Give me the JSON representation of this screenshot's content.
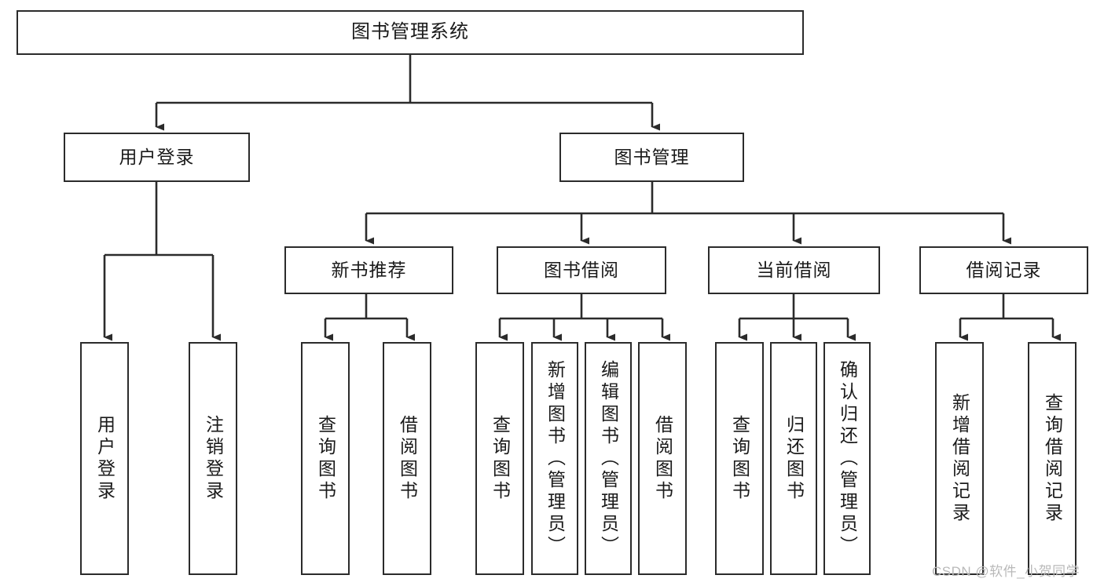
{
  "diagram": {
    "type": "tree-hierarchy-chart",
    "title": "图书管理系统",
    "orientation": "top-down",
    "colors": {
      "box_border": "#2b2b2b",
      "box_fill": "#ffffff",
      "connector": "#2b2b2b",
      "text": "#1a1a1a",
      "watermark": "#b9b9b9",
      "background": "#ffffff"
    },
    "levels": {
      "level0": [
        "图书管理系统"
      ],
      "level1": [
        "用户登录",
        "图书管理"
      ],
      "level2": [
        "新书推荐",
        "图书借阅",
        "当前借阅",
        "借阅记录"
      ],
      "level3": [
        "用户登录",
        "注销登录",
        "查询图书",
        "借阅图书",
        "查询图书",
        "新增图书（管理员）",
        "编辑图书（管理员）",
        "借阅图书",
        "查询图书",
        "归还图书",
        "确认归还（管理员）",
        "新增借阅记录",
        "查询借阅记录"
      ]
    },
    "nodes": {
      "root": {
        "label": "图书管理系统"
      },
      "user_login": {
        "label": "用户登录"
      },
      "book_manage": {
        "label": "图书管理"
      },
      "new_book_rec": {
        "label": "新书推荐"
      },
      "book_borrow": {
        "label": "图书借阅"
      },
      "current_borrow": {
        "label": "当前借阅"
      },
      "borrow_record": {
        "label": "借阅记录"
      },
      "leaf_user_login": {
        "label": "用户登录"
      },
      "leaf_logout": {
        "label": "注销登录"
      },
      "leaf_query_book_1": {
        "label": "查询图书"
      },
      "leaf_borrow_book_1": {
        "label": "借阅图书"
      },
      "leaf_query_book_2": {
        "label": "查询图书"
      },
      "leaf_add_book": {
        "label": "新增图书（管理员）"
      },
      "leaf_edit_book": {
        "label": "编辑图书（管理员）"
      },
      "leaf_borrow_book_2": {
        "label": "借阅图书"
      },
      "leaf_query_book_3": {
        "label": "查询图书"
      },
      "leaf_return_book": {
        "label": "归还图书"
      },
      "leaf_confirm_return": {
        "label": "确认归还（管理员）"
      },
      "leaf_add_record": {
        "label": "新增借阅记录"
      },
      "leaf_query_record": {
        "label": "查询借阅记录"
      }
    },
    "edges": [
      {
        "from": "root",
        "to": "user_login"
      },
      {
        "from": "root",
        "to": "book_manage"
      },
      {
        "from": "user_login",
        "to": "leaf_user_login"
      },
      {
        "from": "user_login",
        "to": "leaf_logout"
      },
      {
        "from": "book_manage",
        "to": "new_book_rec"
      },
      {
        "from": "book_manage",
        "to": "book_borrow"
      },
      {
        "from": "book_manage",
        "to": "current_borrow"
      },
      {
        "from": "book_manage",
        "to": "borrow_record"
      },
      {
        "from": "new_book_rec",
        "to": "leaf_query_book_1"
      },
      {
        "from": "new_book_rec",
        "to": "leaf_borrow_book_1"
      },
      {
        "from": "book_borrow",
        "to": "leaf_query_book_2"
      },
      {
        "from": "book_borrow",
        "to": "leaf_add_book"
      },
      {
        "from": "book_borrow",
        "to": "leaf_edit_book"
      },
      {
        "from": "book_borrow",
        "to": "leaf_borrow_book_2"
      },
      {
        "from": "current_borrow",
        "to": "leaf_query_book_3"
      },
      {
        "from": "current_borrow",
        "to": "leaf_return_book"
      },
      {
        "from": "current_borrow",
        "to": "leaf_confirm_return"
      },
      {
        "from": "borrow_record",
        "to": "leaf_add_record"
      },
      {
        "from": "borrow_record",
        "to": "leaf_query_record"
      }
    ]
  },
  "watermark": {
    "text": "CSDN @软件_小贺同学"
  }
}
